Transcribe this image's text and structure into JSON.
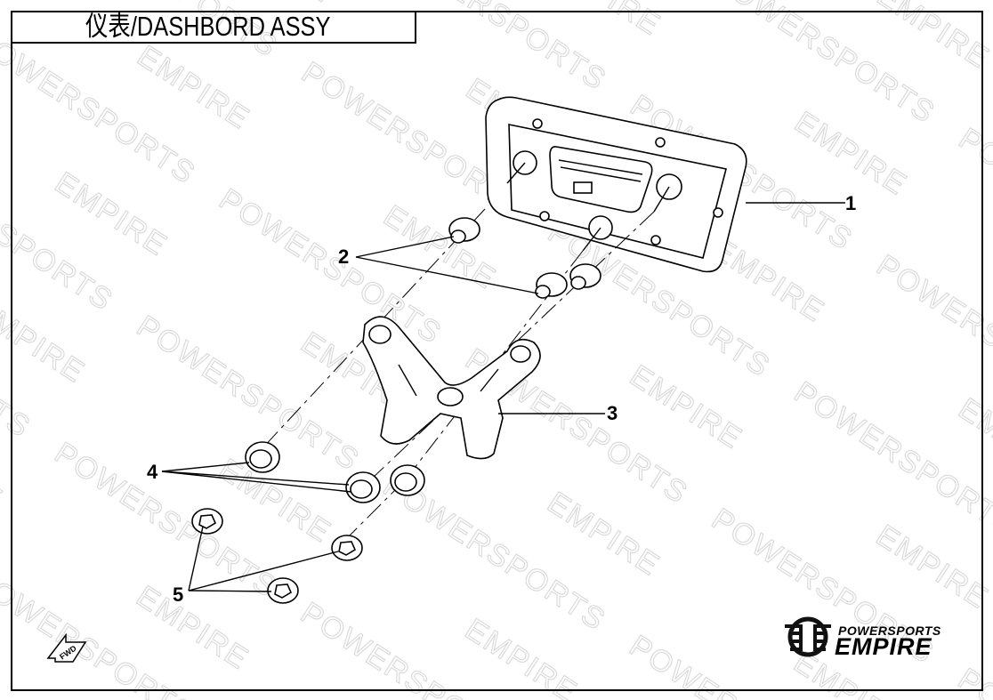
{
  "title": "仪表/DASHBORD ASSY",
  "watermark": "POWERSPORTS EMPIRE",
  "callouts": [
    "1",
    "2",
    "3",
    "4",
    "5"
  ],
  "logo": {
    "top": "POWERSPORTS",
    "bottom": "EMPIRE"
  },
  "fwd_label": "FWD",
  "colors": {
    "line": "#000000",
    "watermark": "#d4d4d4"
  }
}
